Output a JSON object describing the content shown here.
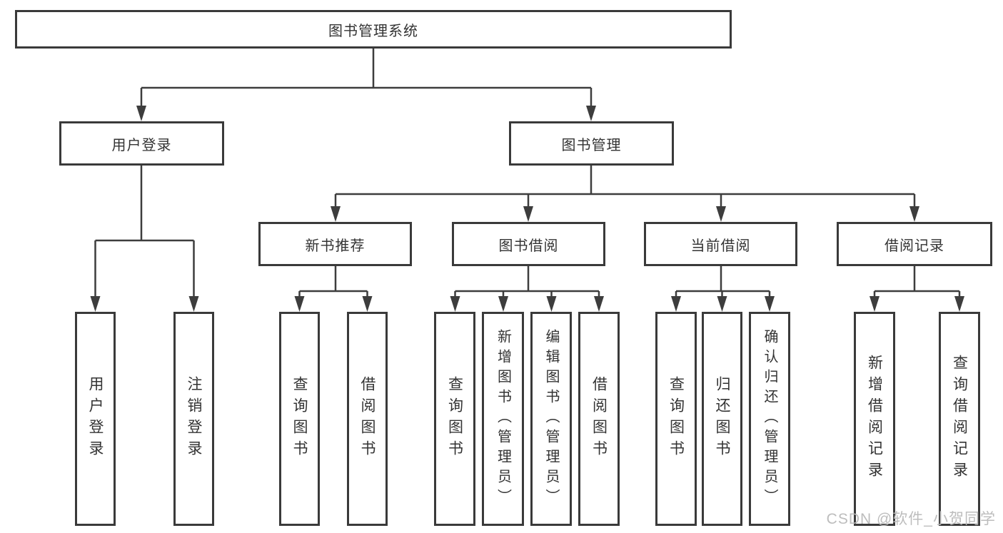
{
  "diagram": {
    "root": "图书管理系统",
    "level2": {
      "user_login": "用户登录",
      "book_mgmt": "图书管理"
    },
    "level3": {
      "new_books": "新书推荐",
      "book_borrow": "图书借阅",
      "current_borrow": "当前借阅",
      "borrow_records": "借阅记录"
    },
    "leaves": {
      "user_login": [
        "用户登录",
        "注销登录"
      ],
      "new_books": [
        "查询图书",
        "借阅图书"
      ],
      "book_borrow": [
        "查询图书",
        "新增图书（管理员）",
        "编辑图书（管理员）",
        "借阅图书"
      ],
      "current_borrow": [
        "查询图书",
        "归还图书",
        "确认归还（管理员）"
      ],
      "borrow_records": [
        "新增借阅记录",
        "查询借阅记录"
      ]
    }
  },
  "watermark": "CSDN @软件_小贺同学",
  "colors": {
    "line": "#3d3d3d",
    "border": "#3a3a3a",
    "text": "#333333",
    "watermark": "#b9b9b9"
  }
}
